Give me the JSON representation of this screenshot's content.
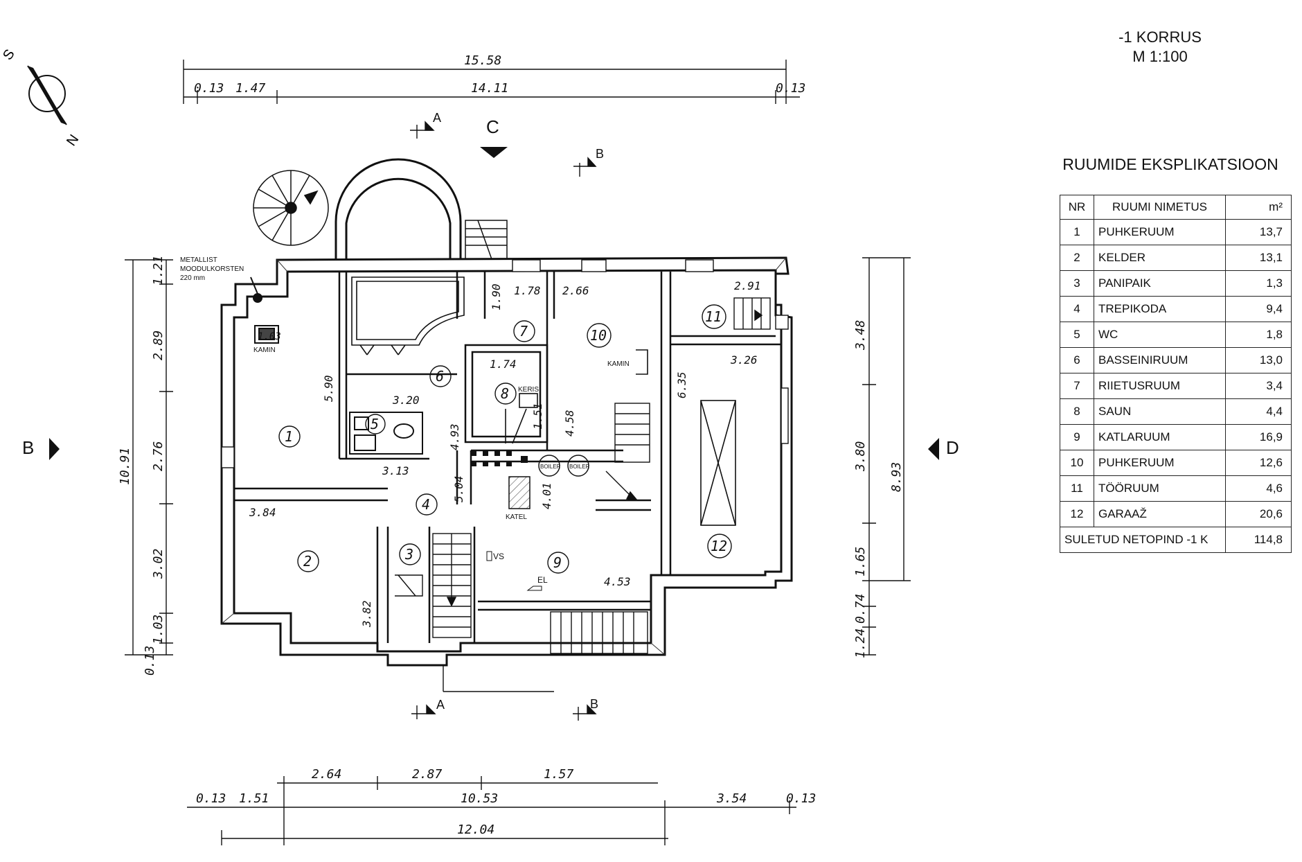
{
  "sheet": {
    "floor": "-1 KORRUS",
    "scale": "M 1:100"
  },
  "explication": {
    "title": "RUUMIDE EKSPLIKATSIOON",
    "headers": {
      "nr": "NR",
      "name": "RUUMI NIMETUS",
      "area": "m²"
    },
    "rows": [
      {
        "nr": "1",
        "name": "PUHKERUUM",
        "area": "13,7"
      },
      {
        "nr": "2",
        "name": "KELDER",
        "area": "13,1"
      },
      {
        "nr": "3",
        "name": "PANIPAIK",
        "area": "1,3"
      },
      {
        "nr": "4",
        "name": "TREPIKODA",
        "area": "9,4"
      },
      {
        "nr": "5",
        "name": "WC",
        "area": "1,8"
      },
      {
        "nr": "6",
        "name": "BASSEINIRUUM",
        "area": "13,0"
      },
      {
        "nr": "7",
        "name": "RIIETUSRUUM",
        "area": "3,4"
      },
      {
        "nr": "8",
        "name": "SAUN",
        "area": "4,4"
      },
      {
        "nr": "9",
        "name": "KATLARUUM",
        "area": "16,9"
      },
      {
        "nr": "10",
        "name": "PUHKERUUM",
        "area": "12,6"
      },
      {
        "nr": "11",
        "name": "TÖÖRUUM",
        "area": "4,6"
      },
      {
        "nr": "12",
        "name": "GARAAŽ",
        "area": "20,6"
      }
    ],
    "total": {
      "label": "SULETUD NETOPIND -1 K",
      "area": "114,8"
    }
  },
  "plan": {
    "compass": {
      "north": "N",
      "south": "S"
    },
    "section_marks": {
      "a": "A",
      "b": "B",
      "c": "C",
      "d": "D"
    },
    "room_numbers": [
      "1",
      "2",
      "3",
      "4",
      "5",
      "6",
      "7",
      "8",
      "9",
      "10",
      "11",
      "12"
    ],
    "labels": {
      "chimney": [
        "METALLIST",
        "MOODULKORSTEN",
        "220 mm"
      ],
      "kamin": "KAMIN",
      "keris": "KERIS",
      "boiler": "BOILER",
      "katel": "KATEL",
      "vs": "VS",
      "el": "EL"
    },
    "dims": {
      "top_total": "15.58",
      "top_parts": [
        "0.13",
        "1.47",
        "14.11",
        "0.13"
      ],
      "bottom_total": "12.04",
      "bottom_mid": [
        "0.13",
        "1.51",
        "10.53",
        "3.54",
        "0.13"
      ],
      "bottom_upper": [
        "2.64",
        "2.87",
        "1.57"
      ],
      "left_total": "10.91",
      "left_parts": [
        "1.21",
        "2.89",
        "2.76",
        "3.02",
        "1.03",
        "0.13"
      ],
      "right_total": "8.93",
      "right_parts": [
        "3.48",
        "3.80",
        "1.65",
        "0.74",
        "1.24"
      ],
      "interior": {
        "r1_h": "5.90",
        "kamin_sq": "1.03",
        "r5_w": "3.20",
        "r6_h": "4.93",
        "corr_w": "3.13",
        "r4_h": "5.04",
        "r8_w": "1.74",
        "r8_h": "1.51",
        "r7_h": "1.90",
        "r7_w": "1.78",
        "r10_w": "2.66",
        "r10_h": "4.58",
        "r11_w": "2.91",
        "r12_w": "3.26",
        "r12_h": "6.35",
        "r2_w": "3.84",
        "r2_h": "3.82",
        "r9_h": "4.01",
        "r9_w": "4.53"
      }
    }
  }
}
